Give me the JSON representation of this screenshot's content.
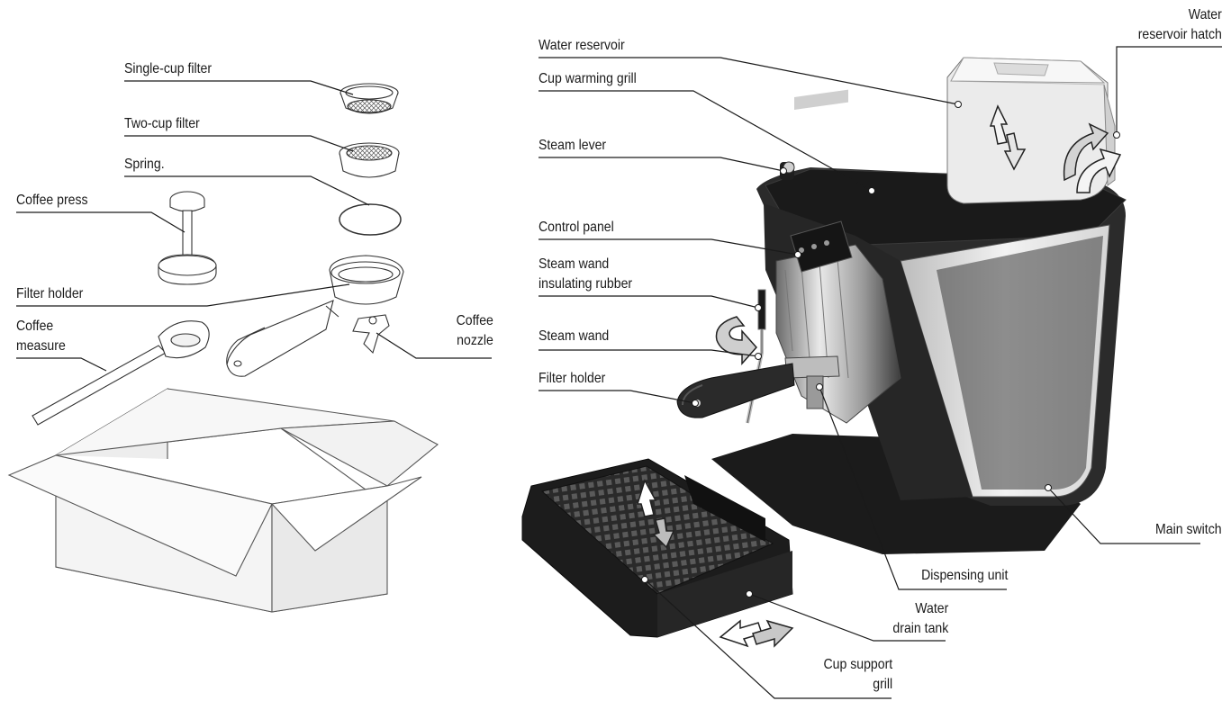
{
  "accessories": {
    "single_cup_filter": "Single-cup filter",
    "two_cup_filter": "Two-cup filter",
    "spring": "Spring.",
    "coffee_press": "Coffee press",
    "filter_holder": "Filter holder",
    "coffee_measure": [
      "Coffee",
      "measure"
    ],
    "coffee_nozzle": [
      "Coffee",
      "nozzle"
    ]
  },
  "machine": {
    "water_reservoir": "Water reservoir",
    "water_reservoir_hatch": [
      "Water",
      "reservoir hatch"
    ],
    "cup_warming_grill": "Cup warming grill",
    "steam_lever": "Steam lever",
    "control_panel": "Control panel",
    "steam_wand_insulating_rubber": [
      "Steam wand",
      "insulating rubber"
    ],
    "steam_wand": "Steam wand",
    "filter_holder": "Filter holder",
    "main_switch": "Main switch",
    "dispensing_unit": "Dispensing unit",
    "water_drain_tank": [
      "Water",
      "drain tank"
    ],
    "cup_support_grill": [
      "Cup support",
      "grill"
    ]
  },
  "colors": {
    "machine_body": "#2b2b2b",
    "machine_side": "#e6e6e6",
    "reservoir": "#eeeeee",
    "arrow_fill": "#cfcfcf",
    "line": "#1a1a1a"
  }
}
